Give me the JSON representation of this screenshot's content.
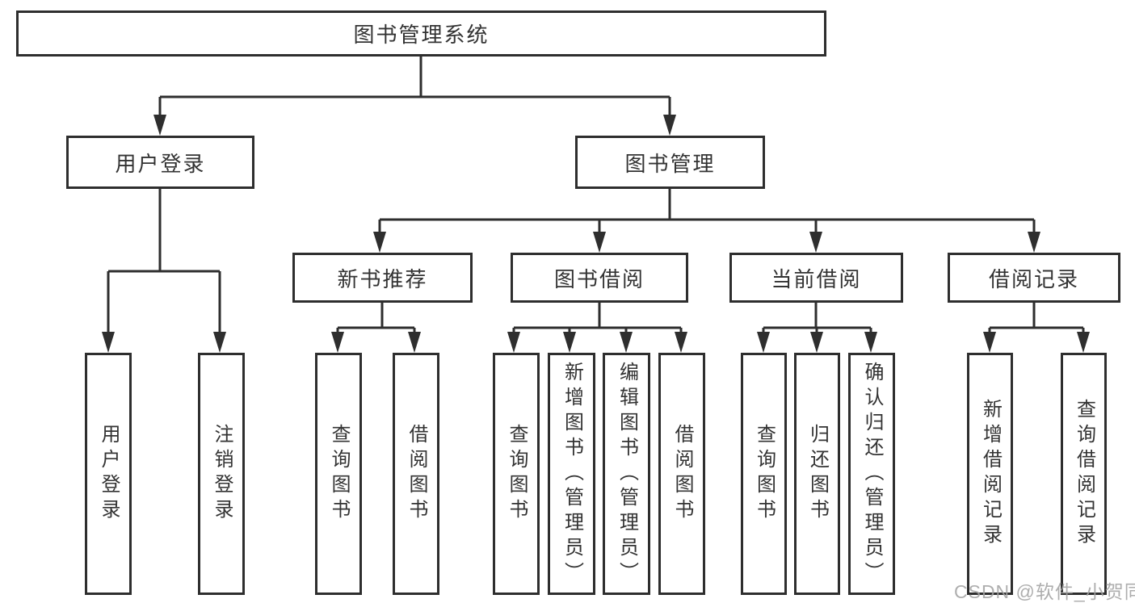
{
  "diagram": {
    "nodes": {
      "root": "图书管理系统",
      "user_login": "用户登录",
      "book_management": "图书管理",
      "new_book_recommend": "新书推荐",
      "book_borrow": "图书借阅",
      "current_borrow": "当前借阅",
      "borrow_records": "借阅记录",
      "leaf_user_login": "用户登录",
      "leaf_logout": "注销登录",
      "leaf_nbr_query_books": "查询图书",
      "leaf_nbr_borrow_books": "借阅图书",
      "leaf_bb_query_books": "查询图书",
      "leaf_bb_add_books_admin": "新增图书（管理员）",
      "leaf_bb_edit_books_admin": "编辑图书（管理员）",
      "leaf_bb_borrow_books": "借阅图书",
      "leaf_cb_query_books": "查询图书",
      "leaf_cb_return_books": "归还图书",
      "leaf_cb_confirm_return_admin": "确认归还（管理员）",
      "leaf_br_add_record": "新增借阅记录",
      "leaf_br_query_record": "查询借阅记录"
    },
    "line_color": "#2e2e2e"
  },
  "watermark": {
    "text": "CSDN @软件_小贺同学"
  }
}
